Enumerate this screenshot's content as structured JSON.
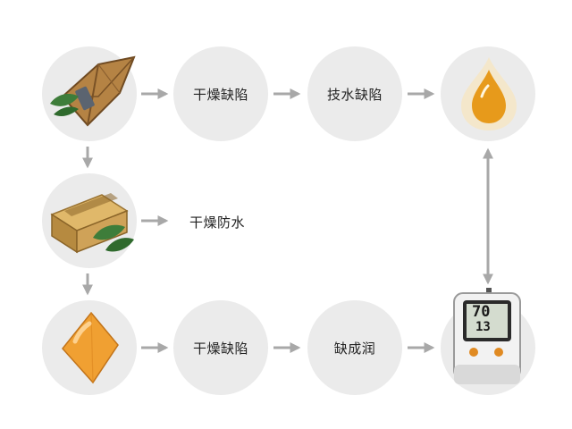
{
  "nodes": {
    "row1_step1": "干燥缺陷",
    "row1_step2": "技水缺陷",
    "row2_label": "干燥防水",
    "row3_step1": "干燥缺陷",
    "row3_step2": "缺成润"
  },
  "hygrometer": {
    "reading_top": "70",
    "reading_bottom": "13"
  },
  "icons": {
    "row1_start": "leather-pouch-icon",
    "row1_end": "oil-drop-icon",
    "row2_start": "wooden-box-icon",
    "row3_start": "amber-gem-icon",
    "row3_end": "hygrometer-icon"
  },
  "colors": {
    "node_fill": "#ebebeb",
    "arrow": "#a8a8a8",
    "leather": "#b58344",
    "oil": "#e79a1b",
    "gem": "#f0a032",
    "leaf": "#3e7d3a"
  }
}
